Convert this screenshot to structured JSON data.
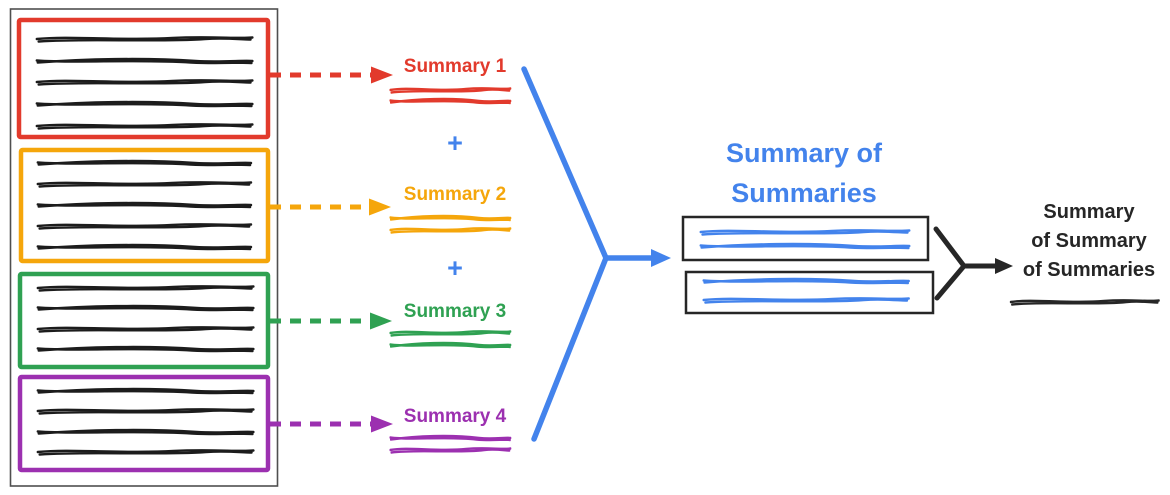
{
  "palette": {
    "red": "#E23A2C",
    "yellow": "#F5A60B",
    "green": "#2FA152",
    "purple": "#9C30B0",
    "blue": "#4383EC",
    "ink": "#262626",
    "outer_border": "#4F4F4F",
    "scribble_black": "#1C1C1C"
  },
  "source_document": {
    "chunks": [
      {
        "name": "chunk-1",
        "color": "#E23A2C",
        "scribble_line_count": 5
      },
      {
        "name": "chunk-2",
        "color": "#F5A60B",
        "scribble_line_count": 5
      },
      {
        "name": "chunk-3",
        "color": "#2FA152",
        "scribble_line_count": 4
      },
      {
        "name": "chunk-4",
        "color": "#9C30B0",
        "scribble_line_count": 4
      }
    ]
  },
  "chunk_summaries": [
    {
      "label": "Summary 1",
      "color": "#E23A2C"
    },
    {
      "label": "Summary 2",
      "color": "#F5A60B"
    },
    {
      "label": "Summary 3",
      "color": "#2FA152"
    },
    {
      "label": "Summary 4",
      "color": "#9C30B0"
    }
  ],
  "plus_sign": "+",
  "combined_summary": {
    "title": "Summary of\nSummaries",
    "color": "#4383EC",
    "box_count": 2
  },
  "final_summary": {
    "title": "Summary\nof Summary\nof Summaries",
    "color": "#262626"
  }
}
